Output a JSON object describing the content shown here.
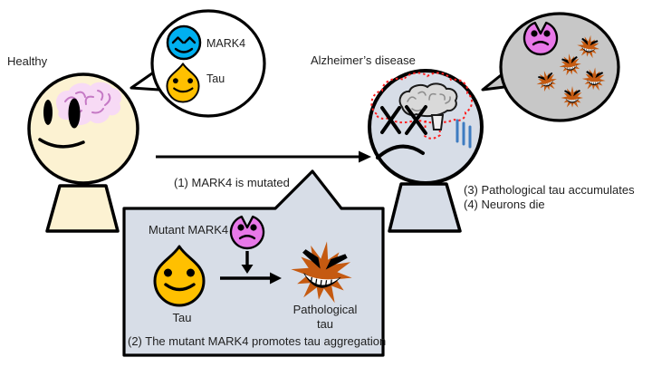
{
  "labels": {
    "healthy": "Healthy",
    "alzheimers": "Alzheimer’s disease",
    "mark4": "MARK4",
    "tau": "Tau",
    "mutant_mark4": "Mutant MARK4",
    "tau_in_panel": "Tau",
    "pathological_line1": "Pathological",
    "pathological_line2": "tau"
  },
  "steps": {
    "s1": "(1) MARK4 is mutated",
    "s2": "(2) The mutant MARK4 promotes tau aggregation",
    "s3": "(3) Pathological tau accumulates",
    "s4": "(4) Neurons die"
  },
  "colors": {
    "healthy_skin": "#FCF2D2",
    "diseased_skin": "#D7DDE7",
    "panel_fill": "#D7DDE7",
    "bubble_white": "#FFFFFF",
    "bubble_gray": "#C7C7C7",
    "mark4_blue": "#00B0F0",
    "tau_yellow": "#FFC000",
    "mutant_purple": "#E878E8",
    "pathological_orange": "#C55A11",
    "brain_pink": "#F7DAF5",
    "brain_squiggle_purple": "#C579C5",
    "shrunken_brain_gray": "#D9D9D9",
    "atrophy_outline_red": "#FF2020",
    "stress_blue": "#3E7CC1",
    "outline_black": "#000000"
  },
  "icons": {
    "healthy_person": "smiling-face-with-pink-brain",
    "diseased_person": "sad-face-with-shrunken-brain",
    "mark4_protein": "blue-smiley-circle",
    "tau_protein": "yellow-smiley-droplet",
    "mutant_mark4_protein": "purple-angry-notched-circle",
    "pathological_tau_aggregate": "orange-evil-starburst"
  }
}
